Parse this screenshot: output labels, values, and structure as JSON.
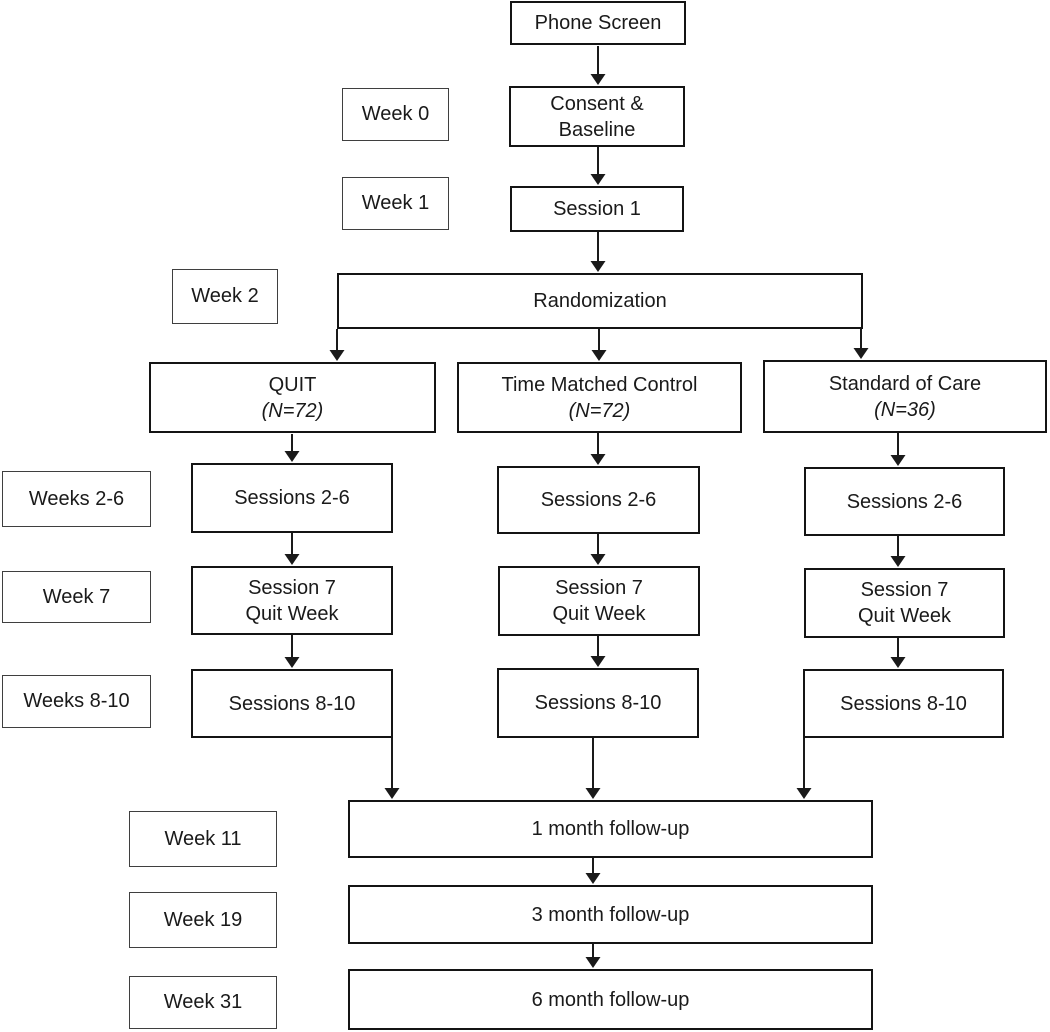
{
  "diagram": {
    "phone_screen": "Phone Screen",
    "consent_baseline": {
      "line1": "Consent &",
      "line2": "Baseline"
    },
    "session_1": "Session 1",
    "randomization": "Randomization",
    "arms": [
      {
        "name": "QUIT",
        "n": "(N=72)"
      },
      {
        "name": "Time Matched Control",
        "n": "(N=72)"
      },
      {
        "name": "Standard of Care",
        "n": "(N=36)"
      }
    ],
    "session_rows": {
      "sessions_2_6": "Sessions 2-6",
      "session_7": {
        "line1": "Session 7",
        "line2": "Quit Week"
      },
      "sessions_8_10": "Sessions 8-10"
    },
    "followups": [
      "1 month follow-up",
      "3 month follow-up",
      "6 month follow-up"
    ],
    "week_labels": {
      "week_0": "Week 0",
      "week_1": "Week 1",
      "week_2": "Week 2",
      "weeks_2_6": "Weeks 2-6",
      "week_7": "Week 7",
      "weeks_8_10": "Weeks 8-10",
      "week_11": "Week 11",
      "week_19": "Week 19",
      "week_31": "Week 31"
    },
    "colors": {
      "box_border": "#141414",
      "label_border": "#3f3f3f",
      "line": "#1a1a1a",
      "text": "#1a1a1a",
      "background": "#ffffff"
    }
  }
}
